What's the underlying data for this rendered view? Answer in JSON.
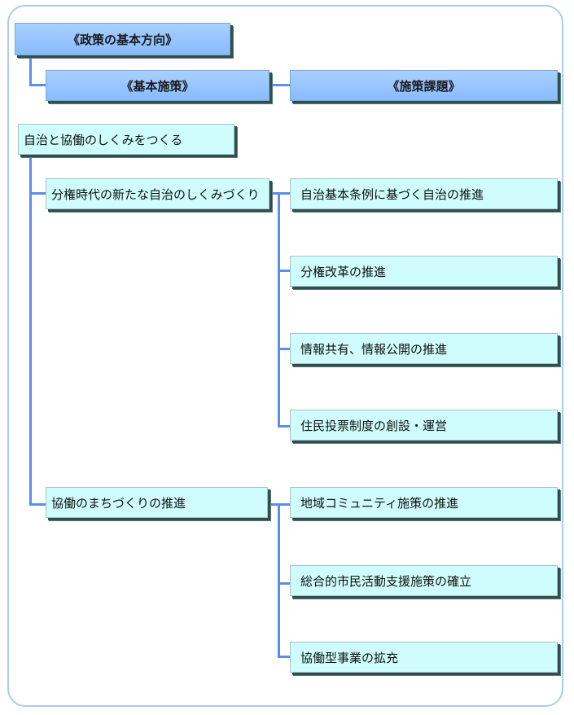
{
  "headers": {
    "policy_direction": "《政策の基本方向》",
    "basic_measures": "《基本施策》",
    "measure_issues": "《施策課題》"
  },
  "policy": {
    "label": "自治と協働のしくみをつくる"
  },
  "measures": [
    {
      "label": "分権時代の新たな自治のしくみづくり",
      "issues": [
        "自治基本条例に基づく自治の推進",
        "分権改革の推進",
        "情報共有、情報公開の推進",
        "住民投票制度の創設・運営"
      ]
    },
    {
      "label": "協働のまちづくりの推進",
      "issues": [
        "地域コミュニティ施策の推進",
        "総合的市民活動支援施策の確立",
        "協働型事業の拡充"
      ]
    }
  ],
  "colors": {
    "header_fill": "#92c1ff",
    "node_fill": "#cffdfd",
    "connector": "#5b8ee6",
    "frame": "#a9cdef"
  }
}
